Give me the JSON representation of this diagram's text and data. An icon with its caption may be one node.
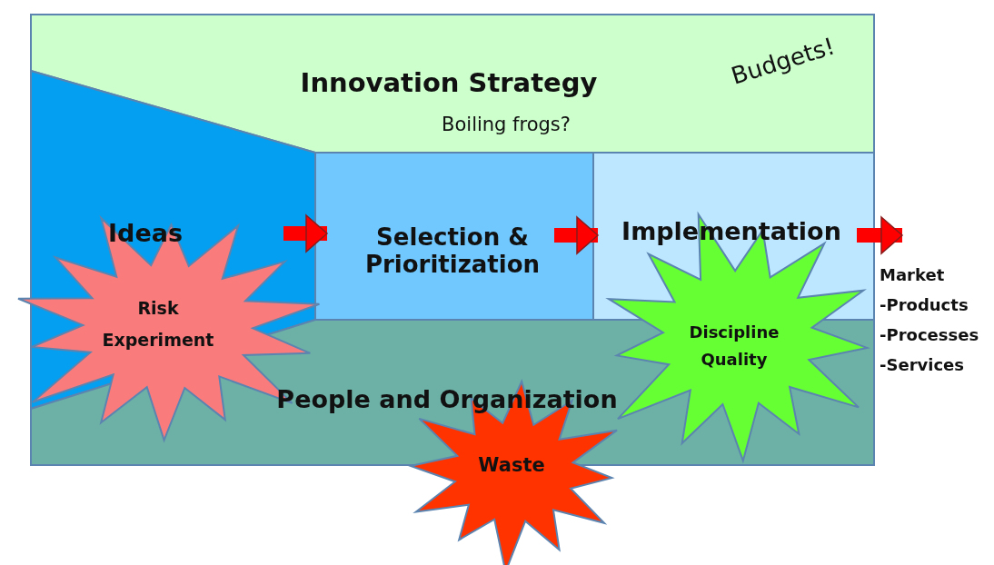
{
  "diagram": {
    "nodes": [
      {
        "text": [
          "Innovation Strategy",
          "Boiling frogs?",
          "Budgets!"
        ]
      },
      {
        "text": [
          "Ideas"
        ]
      },
      {
        "text": [
          "Selection & Prioritization"
        ]
      },
      {
        "text": [
          "Implementation"
        ]
      },
      {
        "text": [
          "People and Organization"
        ]
      },
      {
        "text": [
          "Risk",
          "Experiment"
        ]
      },
      {
        "text": [
          "Discipline",
          "Quality"
        ]
      },
      {
        "text": [
          "Waste"
        ]
      },
      {
        "text": [
          "Market",
          "-Products",
          "-Processes",
          "-Services"
        ]
      }
    ],
    "edges": [
      {
        "from": 1,
        "to": 2,
        "arrow": "to"
      },
      {
        "from": 2,
        "to": 3,
        "arrow": "to"
      },
      {
        "from": 3,
        "to": 8,
        "arrow": "to"
      }
    ]
  }
}
